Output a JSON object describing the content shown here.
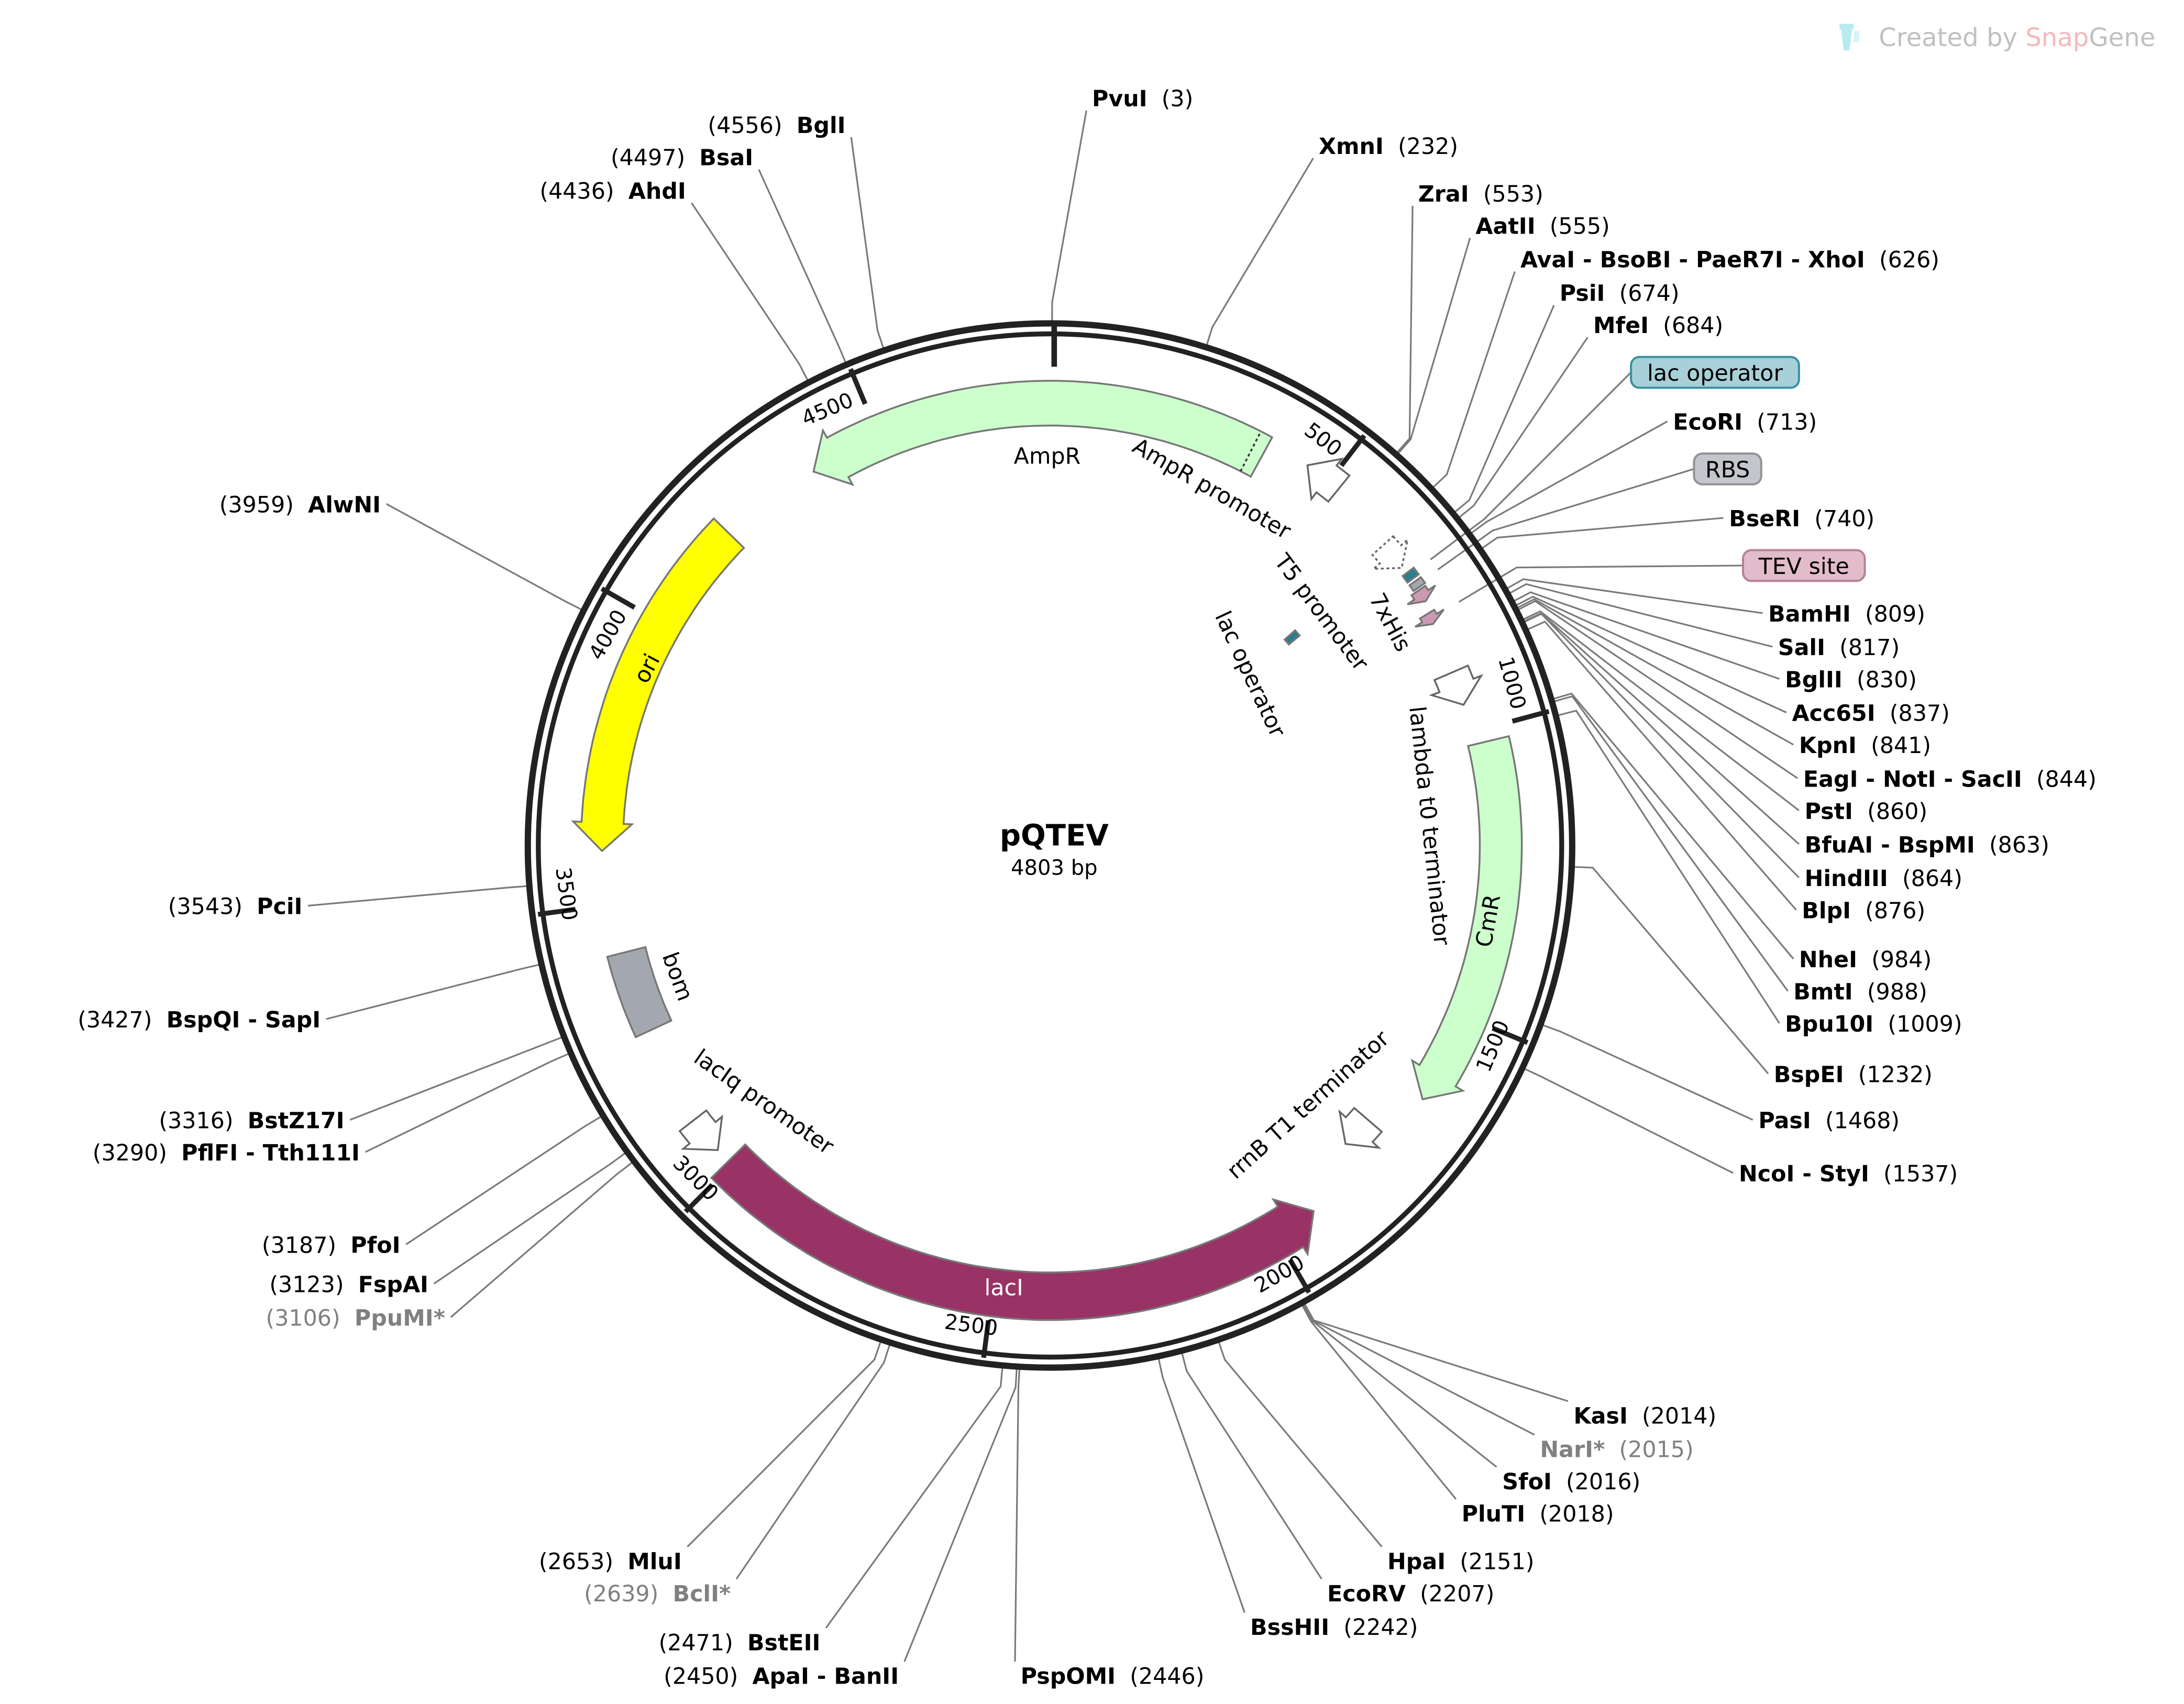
{
  "watermark": {
    "prefix": "Created by ",
    "brand_a": "Snap",
    "brand_b": "Gene",
    "icon": "tube-icon"
  },
  "plasmid": {
    "name": "pQTEV",
    "length_label": "4803 bp",
    "length": 4803
  },
  "ticks": [
    500,
    1000,
    1500,
    2000,
    2500,
    3000,
    3500,
    4000,
    4500
  ],
  "colors": {
    "ring": "#222222",
    "leader": "#7a7a7a",
    "green": "#ccffcc",
    "yellow": "#ffff00",
    "lacI": "#993366",
    "gray": "#a3a8b0",
    "teal": "#2a7f8f",
    "pink": "#cc99b3"
  },
  "enzymes": [
    {
      "name": "PvuI",
      "pos": 3
    },
    {
      "name": "XmnI",
      "pos": 232
    },
    {
      "name": "ZraI",
      "pos": 553
    },
    {
      "name": "AatII",
      "pos": 555
    },
    {
      "name": "AvaI - BsoBI - PaeR7I - XhoI",
      "pos": 626
    },
    {
      "name": "PsiI",
      "pos": 674
    },
    {
      "name": "MfeI",
      "pos": 684
    },
    {
      "name": "EcoRI",
      "pos": 713
    },
    {
      "name": "BseRI",
      "pos": 740
    },
    {
      "name": "BamHI",
      "pos": 809
    },
    {
      "name": "SalI",
      "pos": 817
    },
    {
      "name": "BglII",
      "pos": 830
    },
    {
      "name": "Acc65I",
      "pos": 837
    },
    {
      "name": "KpnI",
      "pos": 841
    },
    {
      "name": "EagI - NotI - SacII",
      "pos": 844
    },
    {
      "name": "PstI",
      "pos": 860
    },
    {
      "name": "BfuAI - BspMI",
      "pos": 863
    },
    {
      "name": "HindIII",
      "pos": 864
    },
    {
      "name": "BlpI",
      "pos": 876
    },
    {
      "name": "NheI",
      "pos": 984
    },
    {
      "name": "BmtI",
      "pos": 988
    },
    {
      "name": "Bpu10I",
      "pos": 1009
    },
    {
      "name": "BspEI",
      "pos": 1232
    },
    {
      "name": "PasI",
      "pos": 1468
    },
    {
      "name": "NcoI - StyI",
      "pos": 1537
    },
    {
      "name": "KasI",
      "pos": 2014
    },
    {
      "name": "NarI*",
      "pos": 2015,
      "gray": true
    },
    {
      "name": "SfoI",
      "pos": 2016
    },
    {
      "name": "PluTI",
      "pos": 2018
    },
    {
      "name": "HpaI",
      "pos": 2151
    },
    {
      "name": "EcoRV",
      "pos": 2207
    },
    {
      "name": "BssHII",
      "pos": 2242
    },
    {
      "name": "PspOMI",
      "pos": 2446
    },
    {
      "name": "ApaI - BanII",
      "pos": 2450
    },
    {
      "name": "BstEII",
      "pos": 2471
    },
    {
      "name": "BclI*",
      "pos": 2639,
      "gray": true
    },
    {
      "name": "MluI",
      "pos": 2653
    },
    {
      "name": "PpuMI*",
      "pos": 3106,
      "gray": true
    },
    {
      "name": "FspAI",
      "pos": 3123
    },
    {
      "name": "PfoI",
      "pos": 3187
    },
    {
      "name": "PflFI - Tth111I",
      "pos": 3290
    },
    {
      "name": "BstZ17I",
      "pos": 3316
    },
    {
      "name": "BspQI - SapI",
      "pos": 3427
    },
    {
      "name": "PciI",
      "pos": 3543
    },
    {
      "name": "AlwNI",
      "pos": 3959
    },
    {
      "name": "AhdI",
      "pos": 4436
    },
    {
      "name": "BsaI",
      "pos": 4497
    },
    {
      "name": "BglI",
      "pos": 4556
    }
  ],
  "features": [
    {
      "label": "AmpR",
      "start": 4372,
      "end": 381,
      "direction": "reverse",
      "color": "#ccffcc"
    },
    {
      "label": "AmpR promoter",
      "start": 455,
      "end": 520,
      "direction": "reverse",
      "color": "#ffffff"
    },
    {
      "label": "ori",
      "start": 3593,
      "end": 4192,
      "direction": "reverse",
      "color": "#ffff00"
    },
    {
      "label": "CmR",
      "start": 1022,
      "end": 1658,
      "direction": "forward",
      "color": "#ccffcc"
    },
    {
      "label": "lacI",
      "start": 1924,
      "end": 3009,
      "direction": "reverse",
      "color": "#993366"
    },
    {
      "label": "bom",
      "start": 3271,
      "end": 3414,
      "direction": "none",
      "color": "#a3a8b0"
    },
    {
      "label": "lacIq promoter",
      "start": 3035,
      "end": 3100,
      "direction": "reverse",
      "color": "#ffffff"
    },
    {
      "label": "rrnB T1 terminator",
      "start": 1745,
      "end": 1805,
      "direction": "forward",
      "color": "#ffffff"
    },
    {
      "label": "lambda t0 terminator",
      "start": 890,
      "end": 950,
      "direction": "forward",
      "color": "#ffffff"
    },
    {
      "label": "T5 promoter",
      "start": 640,
      "end": 690,
      "direction": "forward",
      "color": "#ffffff"
    },
    {
      "label": "lac operator",
      "start": 702,
      "end": 716,
      "direction": "none",
      "color": "#2a7f8f"
    },
    {
      "label": "RBS",
      "start": 722,
      "end": 734,
      "direction": "none",
      "color": "#a3a8b0"
    },
    {
      "label": "7xHis",
      "start": 738,
      "end": 760,
      "direction": "forward",
      "color": "#cc99b3"
    },
    {
      "label": "TEV site",
      "start": 780,
      "end": 800,
      "direction": "forward",
      "color": "#cc99b3"
    },
    {
      "label": "lac operator",
      "start": 650,
      "end": 666,
      "direction": "none",
      "color": "#2a7f8f"
    }
  ],
  "callouts": [
    {
      "label": "lac operator",
      "fill": "#a8d0d8",
      "stroke": "#3a8fa0",
      "pos": 708
    },
    {
      "label": "RBS",
      "fill": "#c4c6cc",
      "stroke": "#909298",
      "pos": 728
    },
    {
      "label": "TEV site",
      "fill": "#e2bccb",
      "stroke": "#b88098",
      "pos": 790
    }
  ]
}
